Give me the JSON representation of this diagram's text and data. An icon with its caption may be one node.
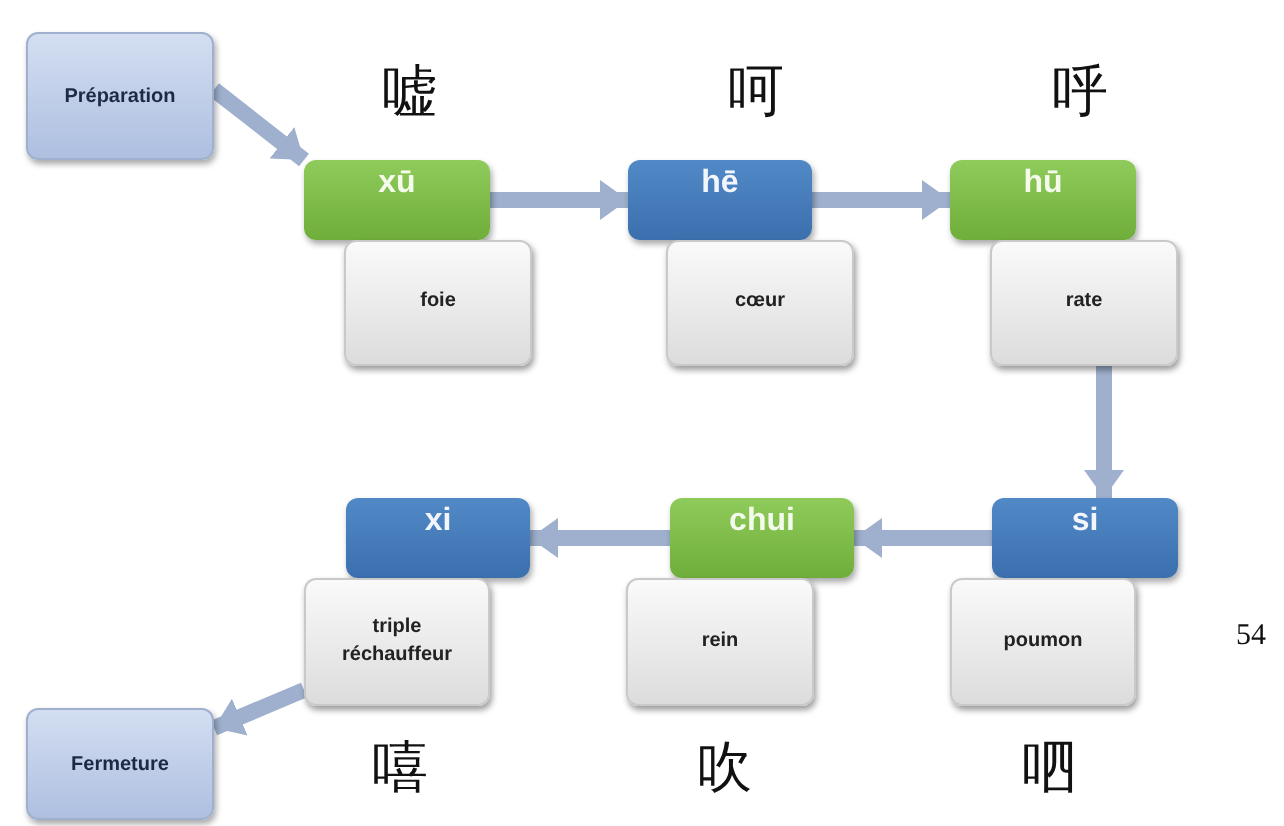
{
  "diagram": {
    "nodes": [
      {
        "text": [
          "Préparation"
        ]
      },
      {
        "text": [
          "xū"
        ],
        "beside": [
          "嘘"
        ]
      },
      {
        "text": [
          "foie"
        ]
      },
      {
        "text": [
          "hē"
        ],
        "beside": [
          "呵"
        ]
      },
      {
        "text": [
          "cœur"
        ]
      },
      {
        "text": [
          "hū"
        ],
        "beside": [
          "呼"
        ]
      },
      {
        "text": [
          "rate"
        ]
      },
      {
        "text": [
          "si"
        ]
      },
      {
        "text": [
          "poumon"
        ],
        "beside": [
          "呬"
        ]
      },
      {
        "text": [
          "chui"
        ]
      },
      {
        "text": [
          "rein"
        ],
        "beside": [
          "吹"
        ]
      },
      {
        "text": [
          "xi"
        ]
      },
      {
        "text": [
          "triple réchauffeur"
        ],
        "beside": [
          "嘻"
        ]
      },
      {
        "text": [
          "Fermeture"
        ]
      }
    ],
    "edges": [
      {
        "from": 0,
        "to": 1,
        "arrow": "to"
      },
      {
        "from": 1,
        "to": 3,
        "arrow": "to"
      },
      {
        "from": 3,
        "to": 5,
        "arrow": "to"
      },
      {
        "from": 6,
        "to": 7,
        "arrow": "to"
      },
      {
        "from": 7,
        "to": 9,
        "arrow": "to"
      },
      {
        "from": 9,
        "to": 11,
        "arrow": "to"
      },
      {
        "from": 12,
        "to": 13,
        "arrow": "to"
      }
    ],
    "labels": [
      "54"
    ]
  }
}
